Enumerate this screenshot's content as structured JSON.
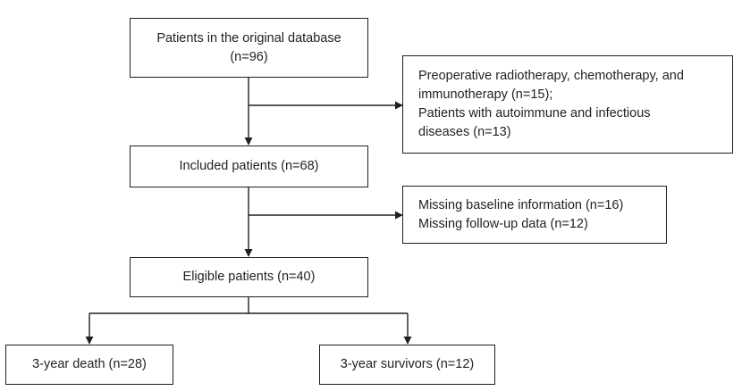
{
  "boxes": {
    "original": {
      "line1": "Patients in the original database",
      "line2": "(n=96)"
    },
    "exclusion1": {
      "line1": "Preoperative radiotherapy, chemotherapy, and",
      "line2": "immunotherapy (n=15);",
      "line3": "Patients with autoimmune and infectious",
      "line4": "diseases (n=13)"
    },
    "included": {
      "label": "Included patients (n=68)"
    },
    "exclusion2": {
      "line1": "Missing baseline information (n=16)",
      "line2": "Missing follow-up data (n=12)"
    },
    "eligible": {
      "label": "Eligible patients (n=40)"
    },
    "death": {
      "label": "3-year death (n=28)"
    },
    "survivors": {
      "label": "3-year survivors (n=12)"
    }
  }
}
